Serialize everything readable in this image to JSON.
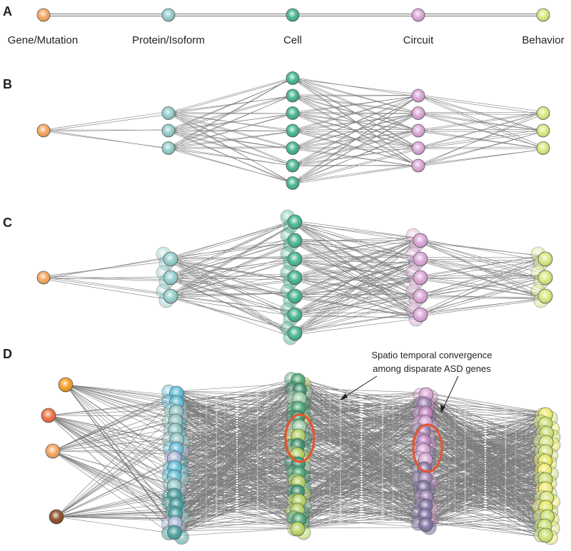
{
  "colors": {
    "gene": "#f4a25b",
    "protein": "#8fcbc9",
    "cell": "#3fb38a",
    "circuit": "#d9a3d4",
    "behavior": "#d7e77a",
    "edge": "#7d7d7d",
    "highlight": "#e8542b"
  },
  "levels": [
    {
      "key": "gene",
      "label": "Gene/Mutation"
    },
    {
      "key": "protein",
      "label": "Protein/Isoform"
    },
    {
      "key": "cell",
      "label": "Cell"
    },
    {
      "key": "circuit",
      "label": "Circuit"
    },
    {
      "key": "behavior",
      "label": "Behavior"
    }
  ],
  "panels": [
    {
      "id": "A",
      "label": "A"
    },
    {
      "id": "B",
      "label": "B"
    },
    {
      "id": "C",
      "label": "C"
    },
    {
      "id": "D",
      "label": "D"
    }
  ],
  "panelB_counts": {
    "gene": 1,
    "protein": 3,
    "cell": 7,
    "circuit": 5,
    "behavior": 3
  },
  "panelC_counts": {
    "gene": 1,
    "protein": 3,
    "cell": 7,
    "circuit": 5,
    "behavior": 3
  },
  "panelD_gene_colors": [
    "#f29a1c",
    "#ee6a3c",
    "#f4a25b",
    "#8a4a22"
  ],
  "annotation": {
    "line1": "Spatio temporal convergence",
    "line2": "among disparate ASD genes"
  }
}
